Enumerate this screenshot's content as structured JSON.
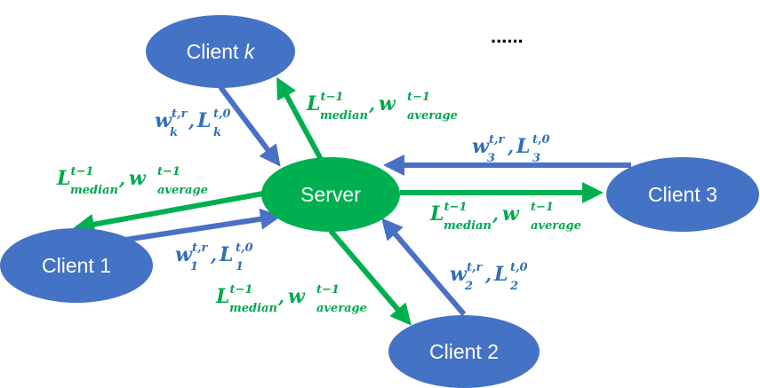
{
  "colors": {
    "client_node": "#4472c4",
    "server_node": "#00b050",
    "downlink_arrow": "#00b050",
    "uplink_arrow": "#4a6fc6",
    "downlink_label": "#00a84f",
    "uplink_label": "#2f6fb6"
  },
  "nodes": {
    "server": "Server",
    "client_k_prefix": "Client ",
    "client_k_var": "k",
    "client_1": "Client 1",
    "client_2": "Client 2",
    "client_3": "Client 3"
  },
  "ellipsis": "......",
  "labels": {
    "L": "L",
    "median": "median",
    "w": "w",
    "average": "average",
    "t_minus_1": "t−1",
    "comma": ",",
    "sup_weight": "t,r",
    "sup_loss": "t,0",
    "sub_k": "k",
    "sub_1": "1",
    "sub_2": "2",
    "sub_3": "3"
  }
}
